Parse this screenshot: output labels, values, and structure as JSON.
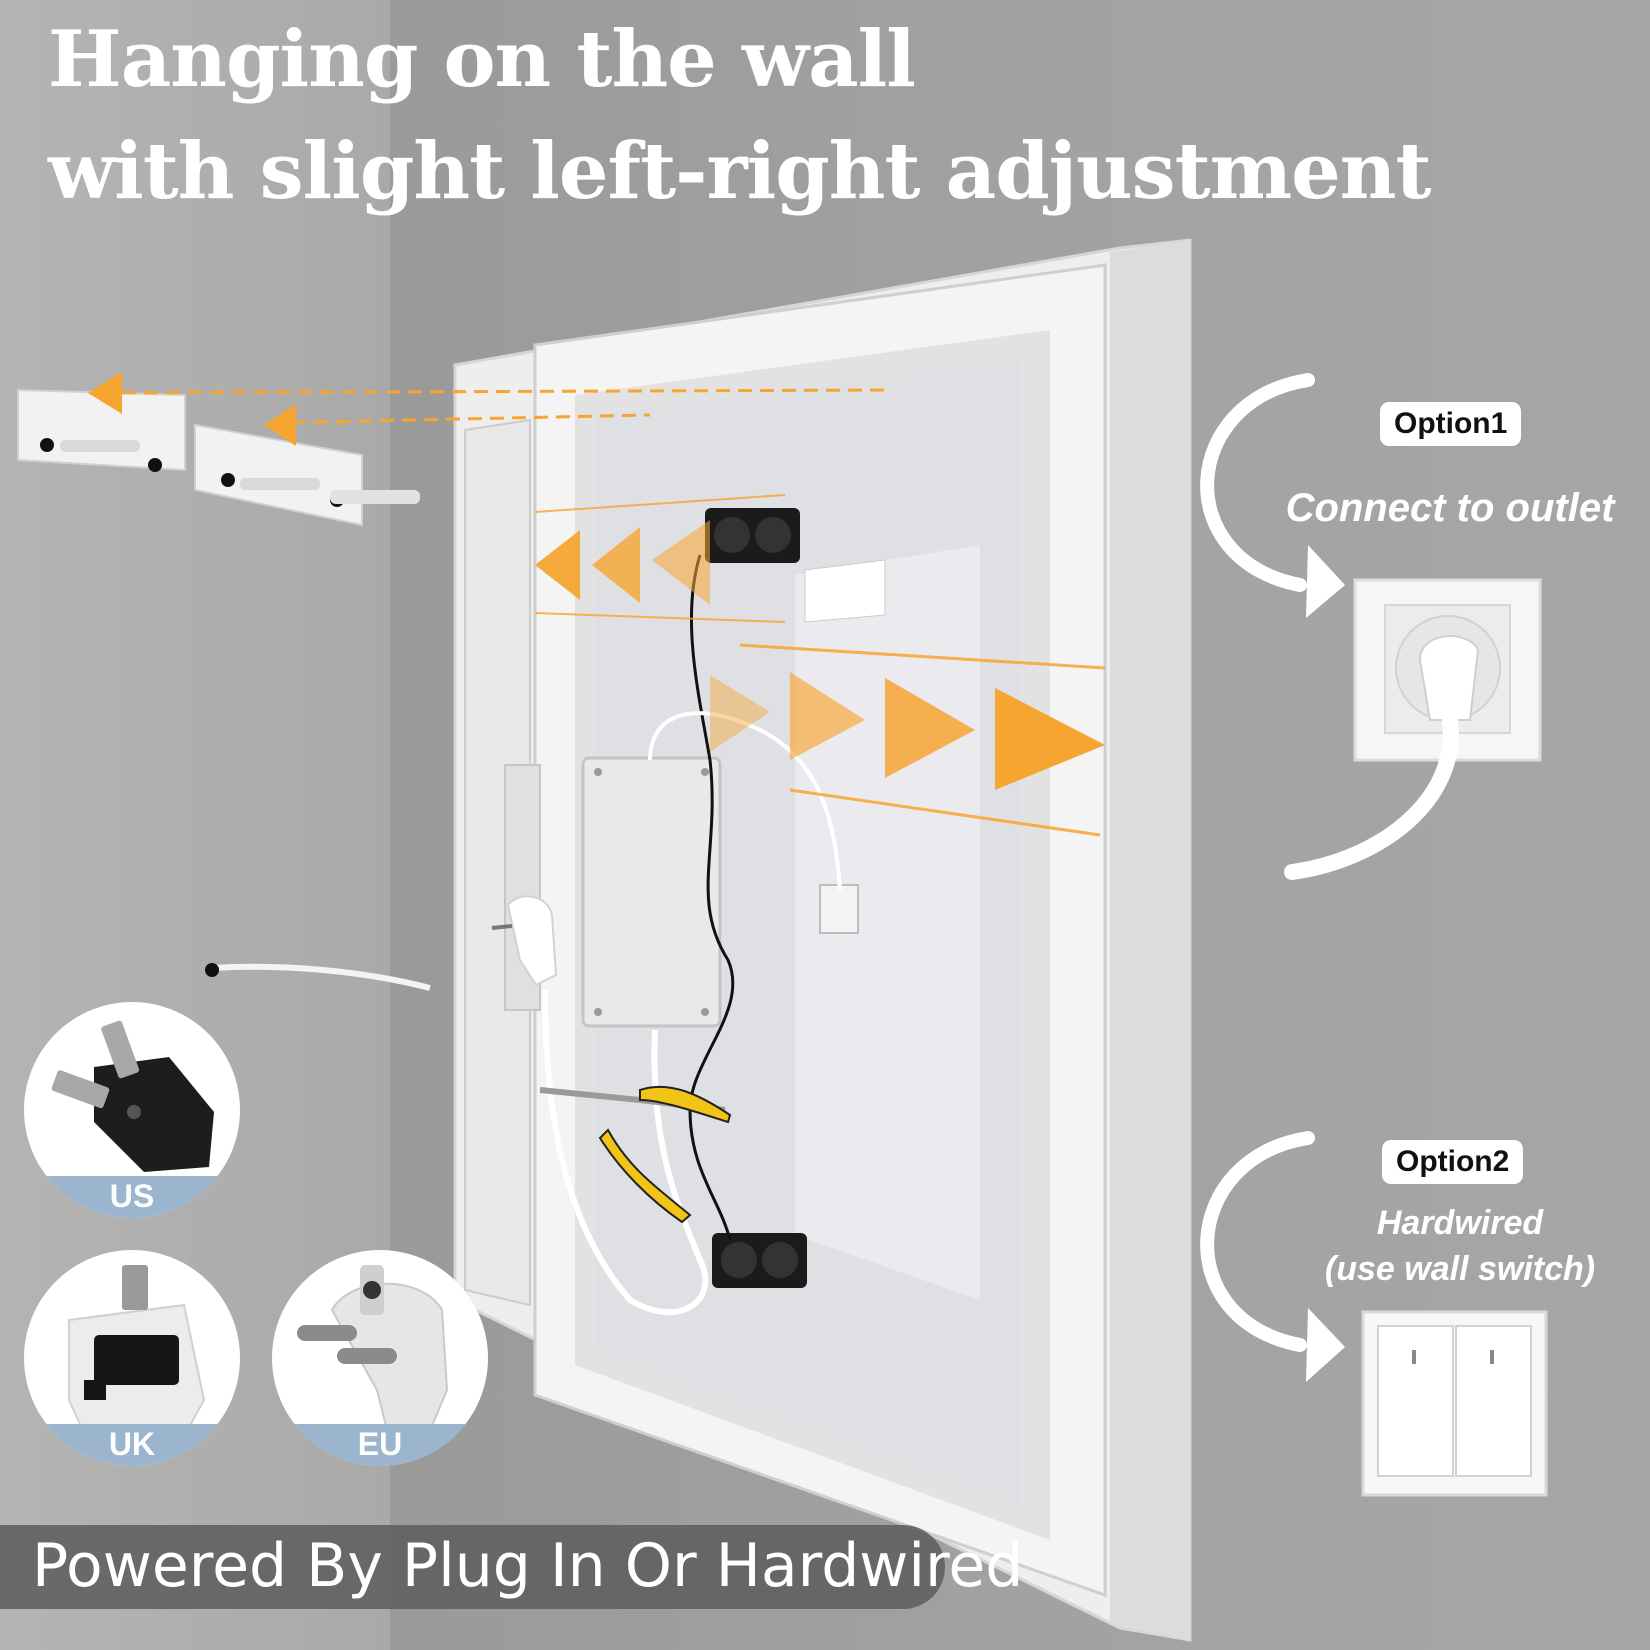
{
  "headline": {
    "line1": "Hanging on the wall",
    "line2": "with slight left-right adjustment"
  },
  "option1": {
    "badge": "Option1",
    "description": "Connect to outlet"
  },
  "option2": {
    "badge": "Option2",
    "description_line1": "Hardwired",
    "description_line2": "(use wall switch)"
  },
  "plugs": [
    {
      "label": "US"
    },
    {
      "label": "UK"
    },
    {
      "label": "EU"
    }
  ],
  "footer": {
    "text": "Powered By Plug In Or Hardwired"
  },
  "colors": {
    "accent_orange": "#f7a531",
    "wall_gray": "#9b9b9b",
    "frame_white": "#f4f4f4",
    "plug_label_blue": "#9bb5cf"
  },
  "icons": [
    "arrow-curve-icon",
    "wall-outlet-icon",
    "wall-switch-icon",
    "wall-bracket-icon",
    "plier-icon",
    "speaker-icon",
    "junction-box-icon"
  ]
}
